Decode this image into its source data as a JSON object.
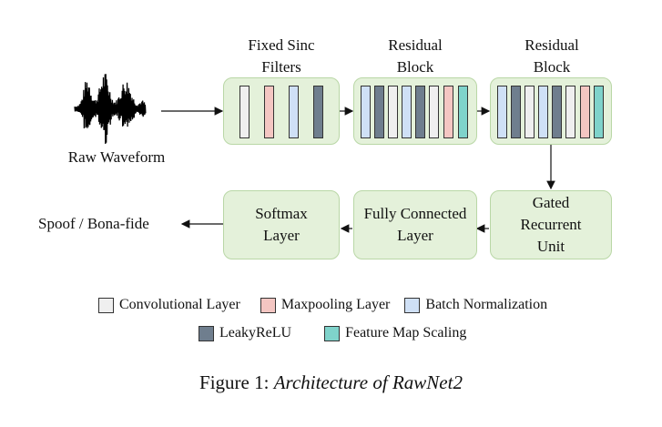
{
  "input": {
    "label": "Raw Waveform"
  },
  "stages": [
    {
      "title_line1": "Fixed Sinc",
      "title_line2": "Filters"
    },
    {
      "title_line1": "Residual",
      "title_line2": "Block"
    },
    {
      "title_line1": "Residual",
      "title_line2": "Block"
    }
  ],
  "bottom_blocks": {
    "gru": {
      "line1": "Gated",
      "line2": "Recurrent",
      "line3": "Unit"
    },
    "fc": {
      "line1": "Fully Connected",
      "line2": "Layer"
    },
    "softmax": {
      "line1": "Softmax",
      "line2": "Layer"
    }
  },
  "output": {
    "label": "Spoof / Bona-fide"
  },
  "legend": {
    "conv": "Convolutional Layer",
    "maxp": "Maxpooling Layer",
    "bn": "Batch Normalization",
    "lrelu": "LeakyReLU",
    "fms": "Feature Map Scaling"
  },
  "colors": {
    "block_fill": "#e4f1da",
    "block_border": "#b9d7a6",
    "conv": "#efefef",
    "maxp": "#f4c6c2",
    "bn": "#cfe0f6",
    "lrelu": "#6f7e8e",
    "fms": "#7fd3cb"
  },
  "caption": {
    "prefix": "Figure 1: ",
    "title": "Architecture of RawNet2"
  }
}
